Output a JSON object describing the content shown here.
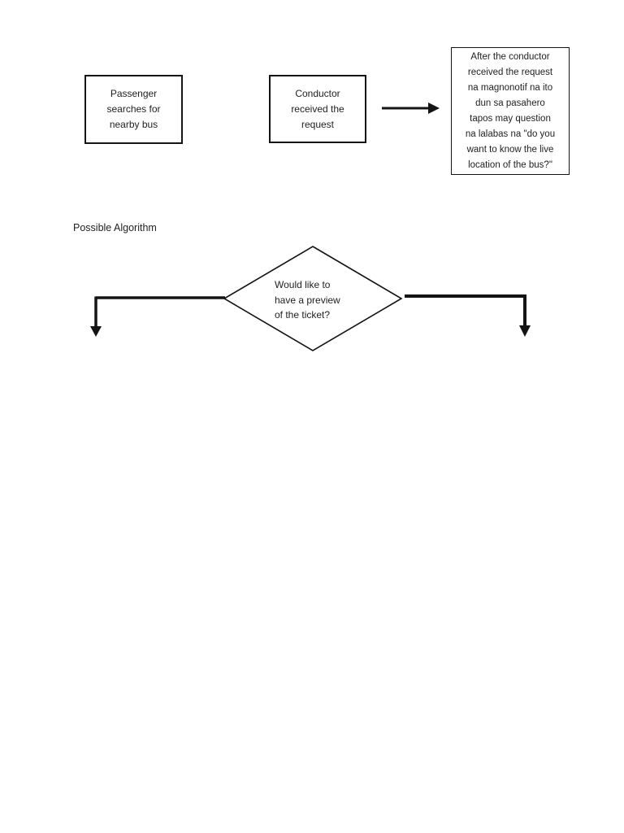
{
  "page": {
    "background": "#ffffff",
    "ink_color": "#141414"
  },
  "flowchart": {
    "box_passenger": "Passenger\nsearches for\nnearby bus",
    "box_conductor": "Conductor\nreceived the\nrequest",
    "box_notify": "After the conductor\nreceived the request\nna magnonotif na ito\ndun sa pasahero\ntapos may question\nna lalabas na \"do you\nwant to know the live\nlocation of the bus?\"",
    "section_label": "Possible Algorithm",
    "decision_question": "Would like to\nhave a preview\nof the ticket?"
  }
}
